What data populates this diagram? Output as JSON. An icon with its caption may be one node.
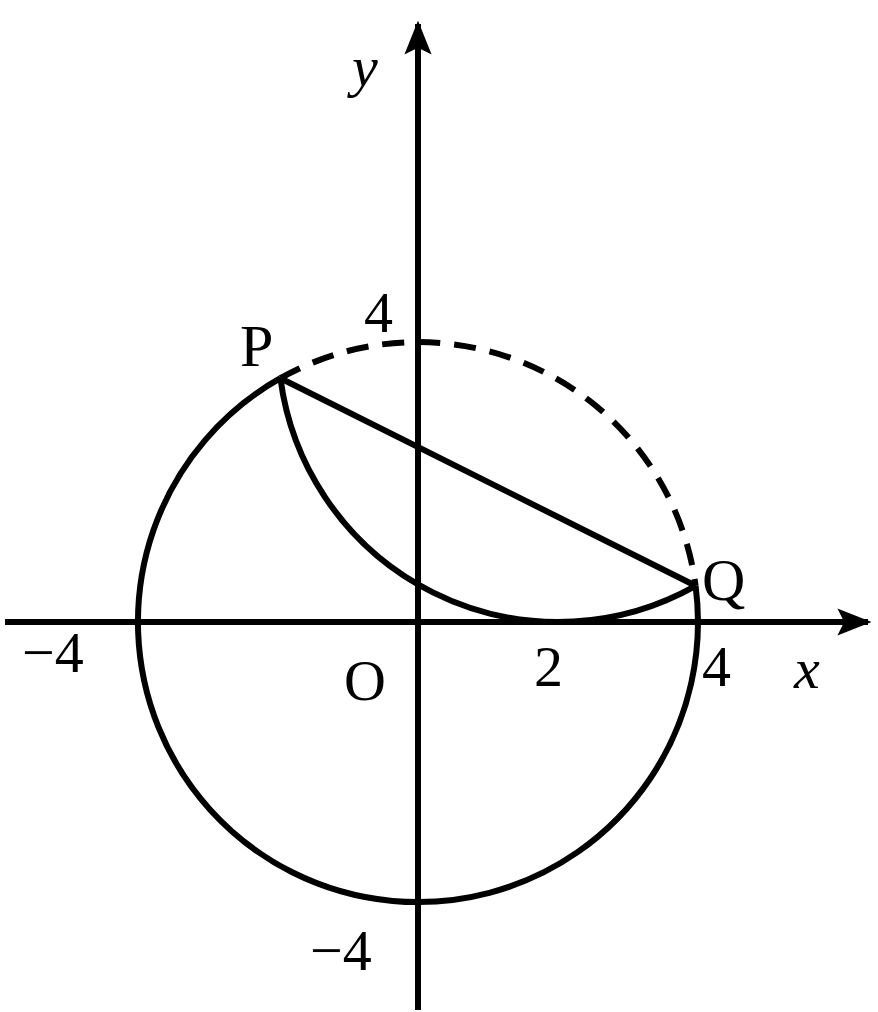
{
  "diagram": {
    "nodes": [
      {
        "text": [
          "P"
        ]
      },
      {
        "text": [
          "Q"
        ]
      }
    ],
    "edges": [
      {
        "from": 0,
        "to": 1,
        "arrow": "none"
      },
      {
        "from": 0,
        "to": 1,
        "arrow": "none"
      },
      {
        "from": 0,
        "to": 1,
        "arrow": "none",
        "style": "dashed"
      },
      {
        "from": 1,
        "to": 0,
        "arrow": "none"
      }
    ],
    "labels": [
      "y",
      "4",
      "O",
      "2",
      "4",
      "x",
      "−4",
      "−4"
    ]
  }
}
